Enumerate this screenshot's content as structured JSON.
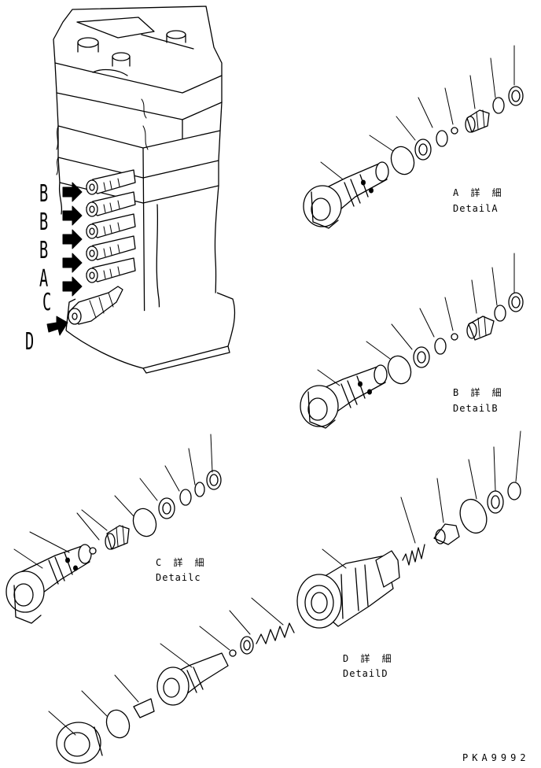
{
  "markers": [
    "B",
    "B",
    "B",
    "A",
    "C",
    "D"
  ],
  "details": {
    "a": {
      "jp": "A 詳 細",
      "en": "DetailA"
    },
    "b": {
      "jp": "B 詳 細",
      "en": "DetailB"
    },
    "c": {
      "jp": "C 詳 細",
      "en": "Detailc"
    },
    "d": {
      "jp": "D 詳 細",
      "en": "DetailD"
    }
  },
  "drawing_code": "PKA9992"
}
